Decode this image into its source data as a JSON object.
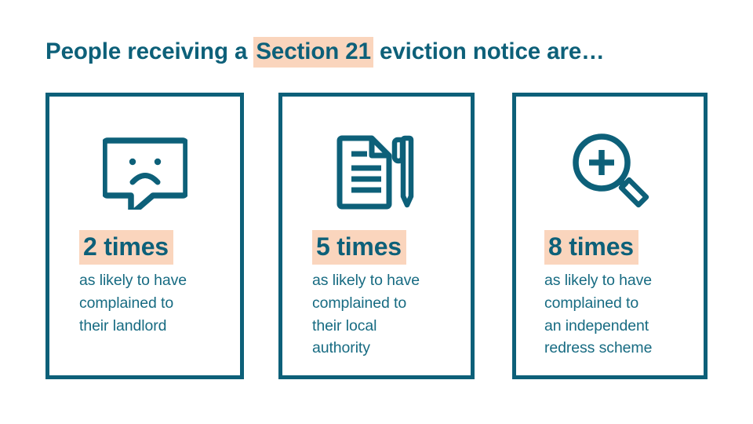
{
  "theme": {
    "teal": "#0d6079",
    "teal_text": "#176b82",
    "highlight_peach": "#fad5bd",
    "background": "#ffffff"
  },
  "header": {
    "title_before": "People receiving a ",
    "title_highlight": "Section 21",
    "title_after": " eviction notice are…"
  },
  "cards": [
    {
      "icon": "speech-bubble-sad-face-icon",
      "stat": "2 times",
      "description_lines": [
        "as likely to have",
        "complained to",
        "their landlord"
      ]
    },
    {
      "icon": "document-and-pen-icon",
      "stat": "5 times",
      "description_lines": [
        "as likely to have",
        "complained to",
        "their local",
        "authority"
      ]
    },
    {
      "icon": "magnifying-glass-plus-icon",
      "stat": "8 times",
      "description_lines": [
        "as likely to have",
        "complained to",
        "an independent",
        "redress scheme"
      ]
    }
  ]
}
